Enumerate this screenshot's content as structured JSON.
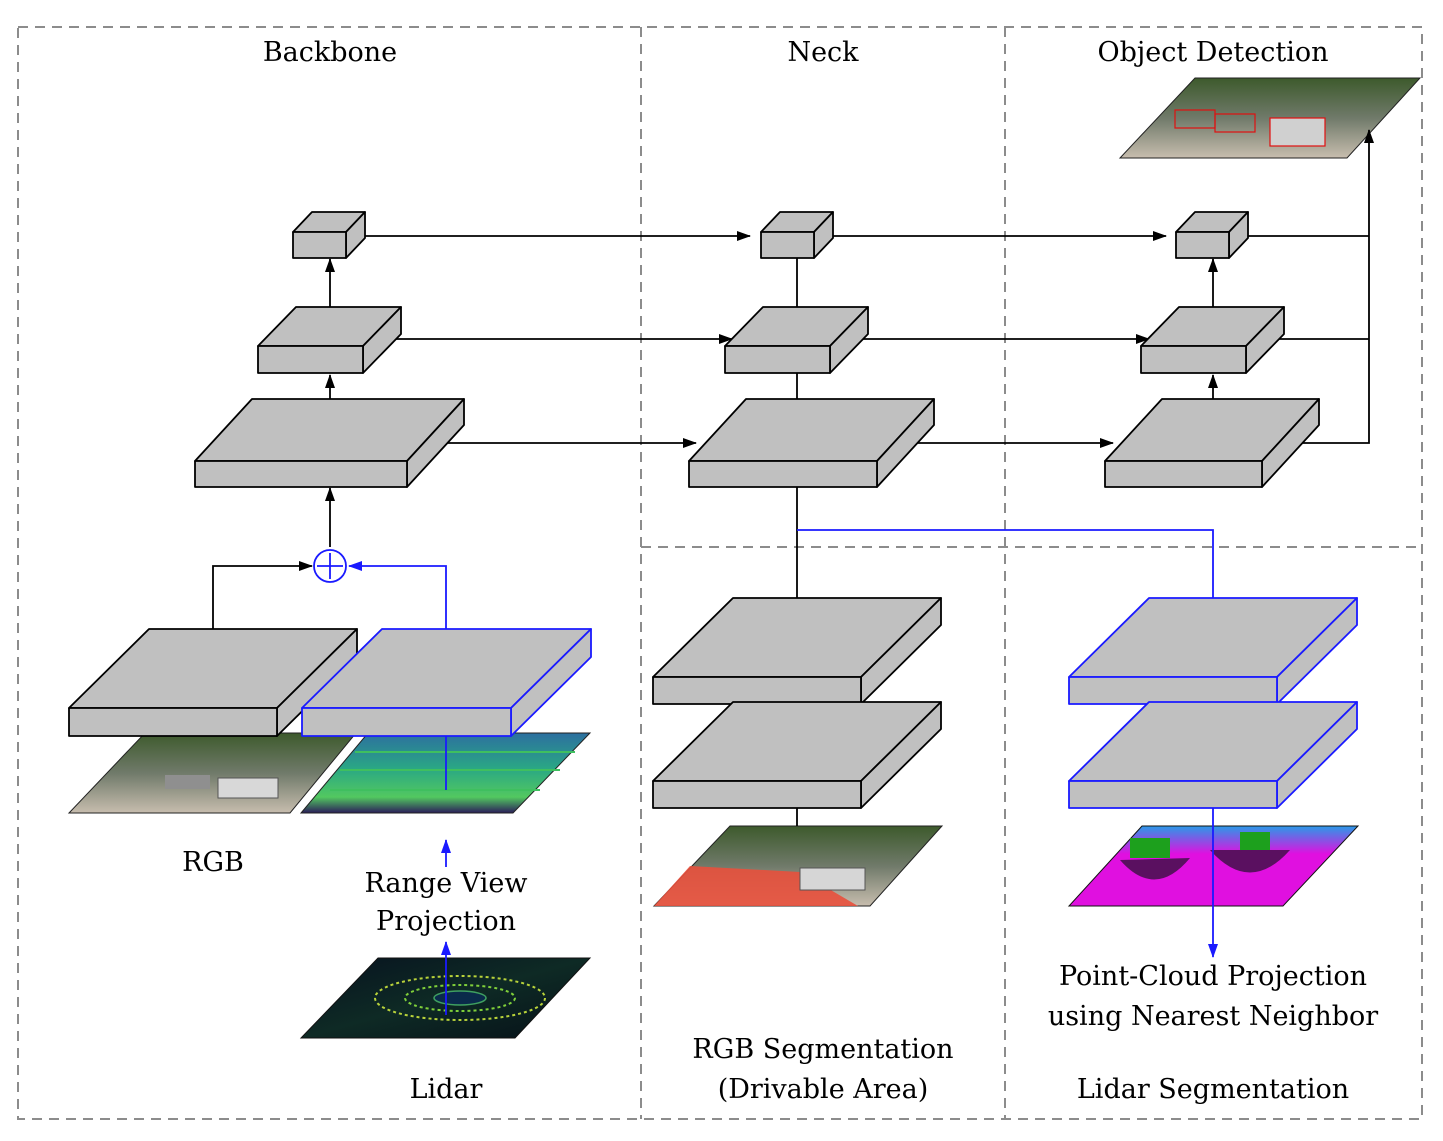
{
  "title": "",
  "sections": {
    "backbone": "Backbone",
    "neck": "Neck",
    "object_detection": "Object Detection"
  },
  "labels": {
    "rgb": "RGB",
    "range_view_1": "Range View",
    "range_view_2": "Projection",
    "lidar": "Lidar",
    "rgb_seg_1": "RGB Segmentation",
    "rgb_seg_2": "(Drivable Area)",
    "pc_proj_1": "Point-Cloud Projection",
    "pc_proj_2": "using Nearest Neighbor",
    "lidar_seg": "Lidar Segmentation"
  },
  "symbols": {
    "fusion": "⊕"
  },
  "colors": {
    "block_fill": "#c0c0c0",
    "lidar_branch": "#1a1aff",
    "main_flow": "#000000",
    "panel_border": "#8c8c8c",
    "drivable_area": "#e8503c",
    "lidar_seg_magenta": "#e010e0",
    "range_view": "#34b880"
  }
}
